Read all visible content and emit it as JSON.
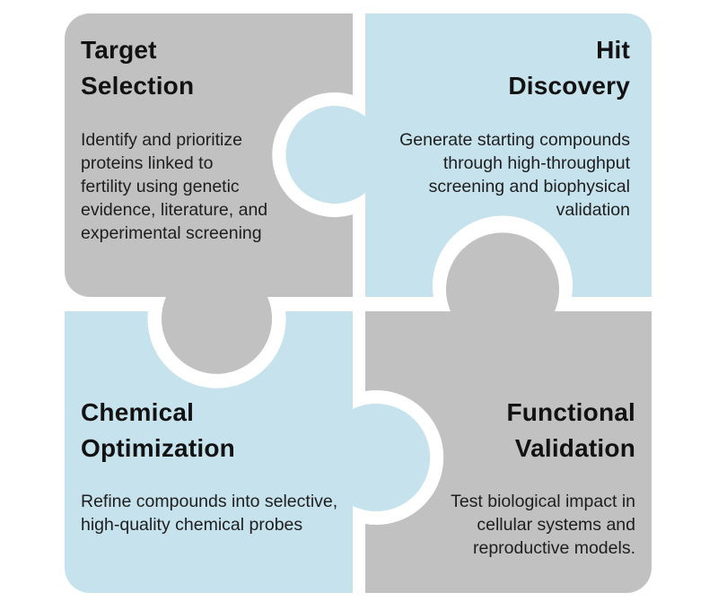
{
  "colors": {
    "background": "#ffffff",
    "gray_piece": "#c1c1c1",
    "blue_piece": "#c6e2ec",
    "title_text": "#121212",
    "body_text": "#1e1e1e"
  },
  "pieces": {
    "target_selection": {
      "title": "Target\nSelection",
      "body": "Identify and prioritize\nproteins linked to\nfertility using genetic\nevidence, literature, and\nexperimental screening"
    },
    "hit_discovery": {
      "title": "Hit\nDiscovery",
      "body": "Generate starting compounds\nthrough high-throughput\nscreening and biophysical\nvalidation"
    },
    "chemical_optimization": {
      "title": "Chemical\nOptimization",
      "body": "Refine compounds into selective,\nhigh-quality chemical probes"
    },
    "functional_validation": {
      "title": "Functional\nValidation",
      "body": "Test biological impact in\ncellular systems and\nreproductive models."
    }
  }
}
